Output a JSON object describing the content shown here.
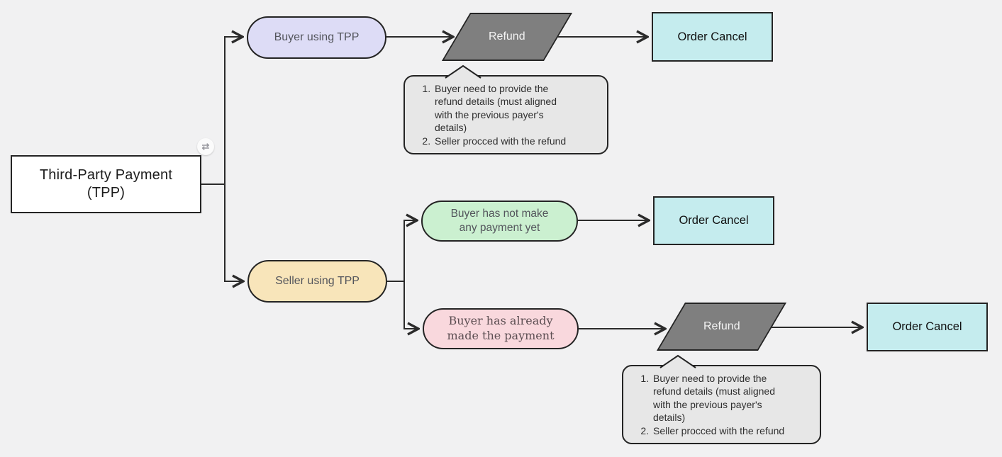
{
  "colors": {
    "background": "#f1f1f2",
    "shape_border": "#242424",
    "connector": "#2b2b2b",
    "lavender_fill": "#dddcf6",
    "tan_fill": "#f8e5ba",
    "green_fill": "#cbf0d0",
    "pink_fill": "#f9d8dd",
    "cyan_fill": "#c5ecee",
    "parallelogram_fill": "#7f7f7f",
    "note_fill": "#e7e7e7"
  },
  "icons": {
    "swap": "⇄"
  },
  "nodes": {
    "root": {
      "lines": [
        "Third-Party Payment",
        "(TPP)"
      ]
    },
    "buyer_tpp": {
      "label": "Buyer using TPP"
    },
    "seller_tpp": {
      "label": "Seller using TPP"
    },
    "refund_top": {
      "label": "Refund"
    },
    "refund_bottom": {
      "label": "Refund"
    },
    "order_cancel_top": {
      "label": "Order Cancel"
    },
    "order_cancel_mid": {
      "label": "Order Cancel"
    },
    "order_cancel_bottom": {
      "label": "Order Cancel"
    },
    "no_payment": {
      "lines": [
        "Buyer has not make",
        "any payment yet"
      ]
    },
    "already_paid": {
      "lines": [
        "Buyer has already",
        "made the payment"
      ]
    }
  },
  "notes": {
    "top": {
      "items": [
        "Buyer need to provide the refund details (must aligned with the previous payer's details)",
        "Seller procced with the refund"
      ]
    },
    "bottom": {
      "items": [
        "Buyer need to provide the refund details (must aligned with the previous payer's details)",
        "Seller procced with the refund"
      ]
    }
  }
}
